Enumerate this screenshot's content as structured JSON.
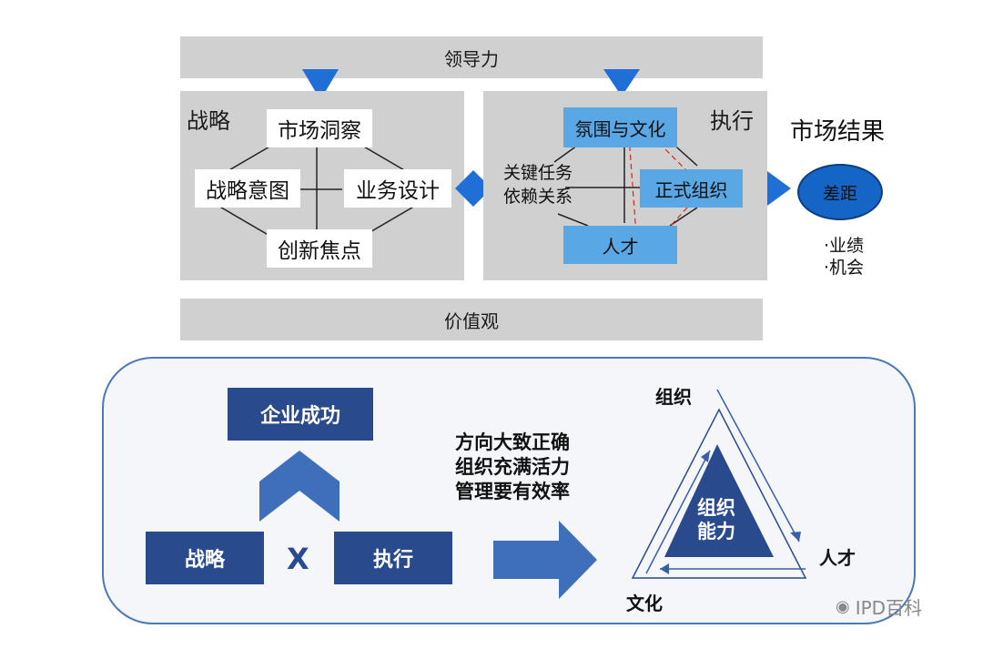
{
  "top": {
    "leadership": "领导力",
    "values": "价值观",
    "strategy": {
      "title": "战略",
      "items": [
        "市场洞察",
        "战略意图",
        "业务设计",
        "创新焦点"
      ]
    },
    "execution": {
      "title": "执行",
      "climate": "氛围与文化",
      "key_tasks": [
        "关键任务",
        "依赖关系"
      ],
      "formal_org": "正式组织",
      "talent": "人才"
    },
    "market_result": {
      "title": "市场结果",
      "gap": "差距",
      "bullets": [
        "·业绩",
        "·机会"
      ]
    }
  },
  "bottom": {
    "enterprise_success": "企业成功",
    "strategy": "战略",
    "multiply": "X",
    "execution": "执行",
    "direction_lines": [
      "方向大致正确",
      "组织充满活力",
      "管理要有效率"
    ],
    "triangle": {
      "top": "组织",
      "right": "人才",
      "left": "文化",
      "center": [
        "组织",
        "能力"
      ]
    }
  },
  "watermark": "IPD百科",
  "colors": {
    "panel_gray": "#d0d0d0",
    "accent_blue": "#1f6fd6",
    "light_blue": "#5aa7e6",
    "navy": "#2a4a8e",
    "border_blue": "#4a78b8"
  }
}
